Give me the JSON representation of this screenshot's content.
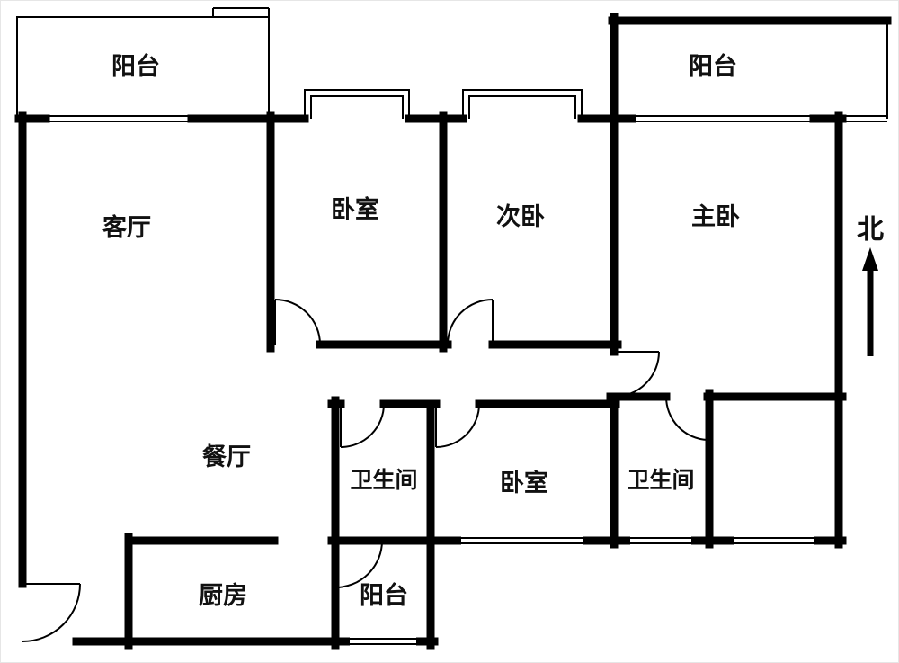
{
  "page": {
    "background_color": "#ffffff",
    "wall_color": "#000000",
    "thin_line_color": "#000000"
  },
  "floor_plan": {
    "type": "apartment-floor-plan",
    "rooms": [
      {
        "id": "balcony-top-left",
        "label": "阳台"
      },
      {
        "id": "balcony-top-right",
        "label": "阳台"
      },
      {
        "id": "living-room",
        "label": "客厅"
      },
      {
        "id": "bedroom-top",
        "label": "卧室"
      },
      {
        "id": "second-bedroom",
        "label": "次卧"
      },
      {
        "id": "master-bedroom",
        "label": "主卧"
      },
      {
        "id": "dining-room",
        "label": "餐厅"
      },
      {
        "id": "bathroom-1",
        "label": "卫生间"
      },
      {
        "id": "bedroom-bottom",
        "label": "卧室"
      },
      {
        "id": "bathroom-2",
        "label": "卫生间"
      },
      {
        "id": "kitchen",
        "label": "厨房"
      },
      {
        "id": "balcony-bottom",
        "label": "阳台"
      }
    ],
    "compass": {
      "label": "北",
      "direction": "up"
    }
  }
}
